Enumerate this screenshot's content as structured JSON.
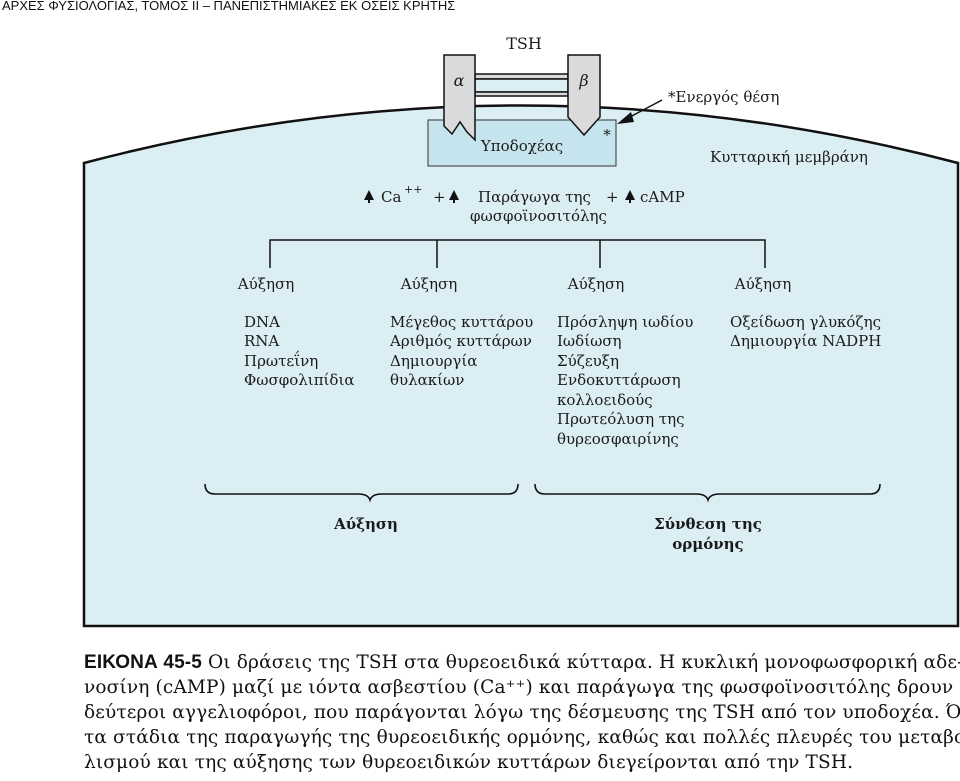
{
  "header": "ΑΡΧΕΣ ΦΥΣΙΟΛΟΓΙΑΣ, ΤΟΜΟΣ ΙΙ – ΠΑΝΕΠΙΣΤΗΜΙΑΚΕΣ ΕΚ ΟΣΕΙΣ ΚΡΗΤΗΣ",
  "diagram": {
    "hormone": "TSH",
    "alpha": "α",
    "beta": "β",
    "receptor": "Υποδοχέας",
    "active_site_mark": "*",
    "active_site_label": "*Ενεργός θέση",
    "membrane_label": "Κυτταρική μεμβράνη",
    "messengers": {
      "ca": "Ca",
      "ca_sup": "++",
      "plus": "+",
      "pip_line1": "Παράγωγα της",
      "pip_line2": "φωσφοϊνοσιτόλης",
      "camp": "cAMP"
    },
    "columns": [
      {
        "title": "Αύξηση",
        "items": [
          "DNA",
          "RNA",
          "Πρωτεΐνη",
          "Φωσφολιπίδια"
        ]
      },
      {
        "title": "Αύξηση",
        "items": [
          "Μέγεθος κυττάρου",
          "Αριθμός κυττάρων",
          "Δημιουργία",
          "θυλακίων"
        ]
      },
      {
        "title": "Αύξηση",
        "items": [
          "Πρόσληψη ιωδίου",
          "Ιωδίωση",
          "Σύζευξη",
          "Ενδοκυττάρωση",
          "κολλοειδούς",
          "Πρωτεόλυση της",
          "θυρεοσφαιρίνης"
        ]
      },
      {
        "title": "Αύξηση",
        "items": [
          "Οξείδωση γλυκόζης",
          "Δημιουργία NADPH"
        ]
      }
    ],
    "group_left": "Αύξηση",
    "group_right_line1": "Σύνθεση της",
    "group_right_line2": "ορμόνης"
  },
  "caption": {
    "lead": "ΕΙΚΟΝΑ 45-5",
    "lines": [
      " Οι δράσεις της TSH στα θυρεοειδικά κύτταρα. Η κυκλική μονοφωσφορική αδε-",
      "νοσίνη (cAMP) μαζί με ιόντα ασβεστίου (Ca⁺⁺) και παράγωγα της φωσφοϊνοσιτόλης δρουν ως",
      "δεύτεροι αγγελιοφόροι, που παράγονται λόγω της δέσμευσης της TSH από τον υποδοχέα. Όλα",
      "τα στάδια της παραγωγής της θυρεοειδικής ορμόνης, καθώς και πολλές πλευρές του μεταβο-",
      "λισμού και της αύξησης των θυρεοειδικών κυττάρων διεγείρονται από την TSH."
    ]
  },
  "colors": {
    "cytoplasm": "#dbeef4",
    "receptor": "#c6e4ee",
    "subunit": "#d8dadb",
    "line": "#111111"
  }
}
